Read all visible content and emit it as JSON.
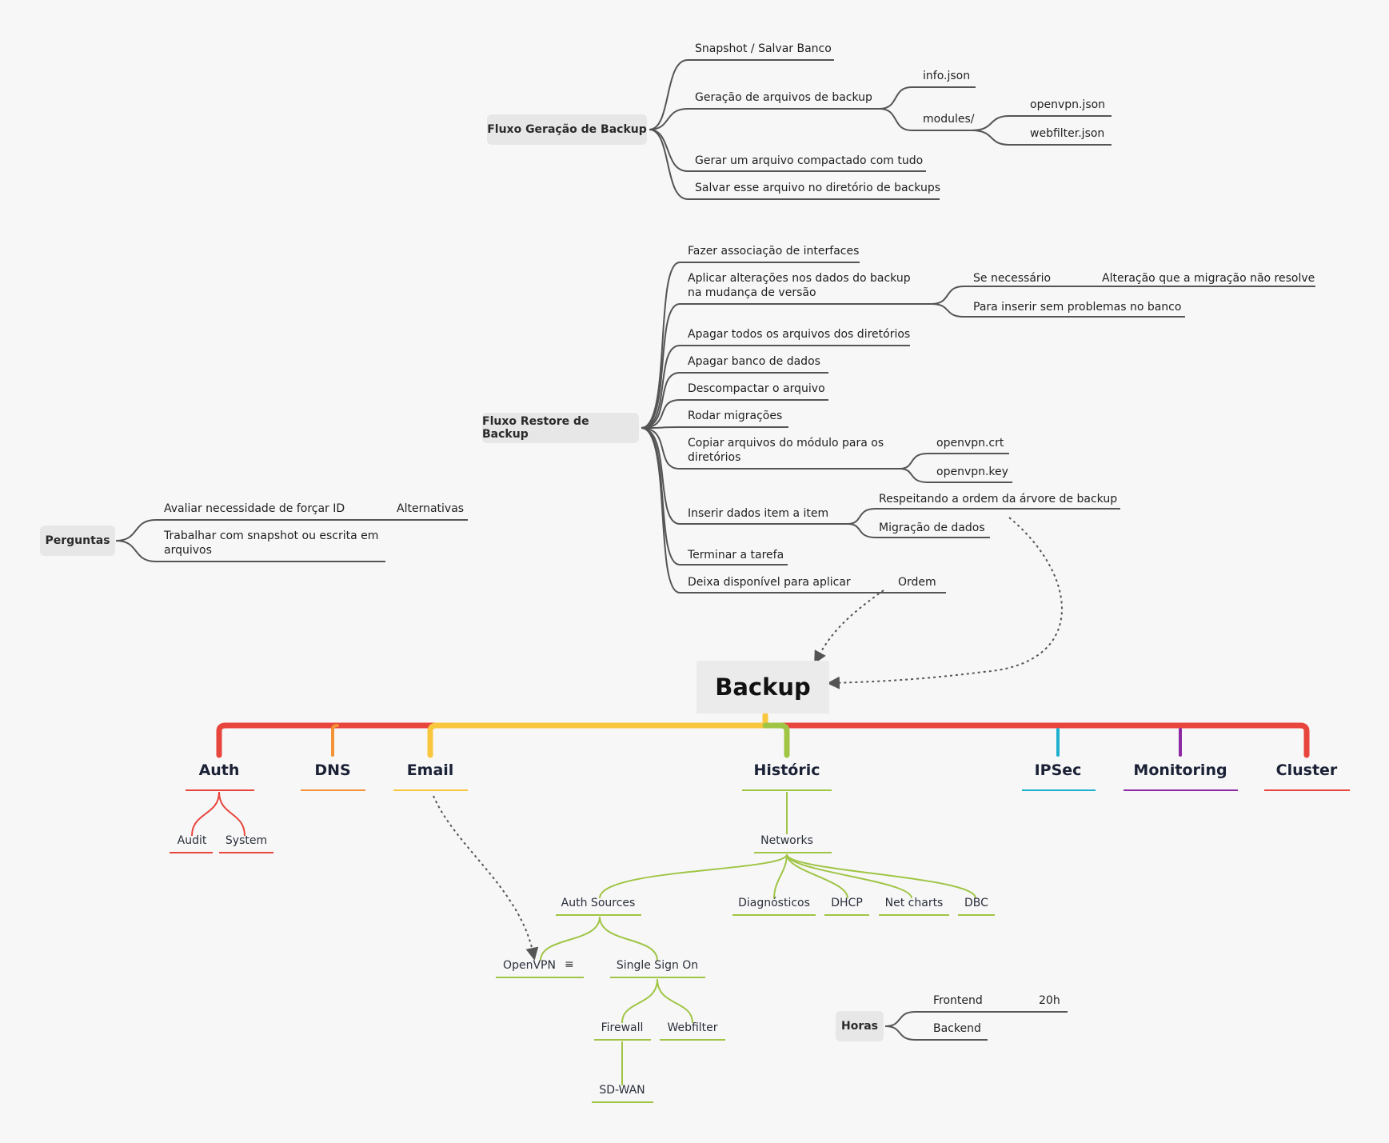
{
  "root": "Backup",
  "geracao": {
    "title": "Fluxo Geração de Backup",
    "items": [
      "Snapshot / Salvar Banco",
      "Geração de arquivos de backup",
      "Gerar um arquivo compactado com tudo",
      "Salvar esse arquivo no diretório de backups"
    ],
    "files": [
      "info.json",
      "modules/"
    ],
    "modules": [
      "openvpn.json",
      "webfilter.json"
    ]
  },
  "restore": {
    "title": "Fluxo Restore de Backup",
    "items": [
      "Fazer associação de interfaces",
      "Aplicar alterações nos dados do backup na mudança de versão",
      "Apagar todos os arquivos dos diretórios",
      "Apagar banco de dados",
      "Descompactar o arquivo",
      "Rodar migrações",
      "Copiar arquivos do módulo para os diretórios",
      "Inserir dados item a item",
      "Terminar a tarefa",
      "Deixa disponível para aplicar"
    ],
    "aplicar_children": [
      "Se necessário",
      "Para inserir sem problemas no banco"
    ],
    "se_necessario_child": "Alteração que a migração não resolve",
    "copiar_children": [
      "openvpn.crt",
      "openvpn.key"
    ],
    "inserir_children": [
      "Respeitando a ordem da árvore de backup",
      "Migração de dados"
    ],
    "deixa_child": "Ordem"
  },
  "perguntas": {
    "title": "Perguntas",
    "items": [
      "Avaliar necessidade de forçar ID",
      "Trabalhar com snapshot ou escrita em arquivos"
    ],
    "avaliar_child": "Alternativas"
  },
  "categories": [
    {
      "label": "Auth",
      "color": "#e8453c"
    },
    {
      "label": "DNS",
      "color": "#f39237"
    },
    {
      "label": "Email",
      "color": "#f8c73e"
    },
    {
      "label": "Históric",
      "color": "#a0c545"
    },
    {
      "label": "IPSec",
      "color": "#1fb0d0"
    },
    {
      "label": "Monitoring",
      "color": "#8d2aa3"
    },
    {
      "label": "Cluster",
      "color": "#e8453c"
    }
  ],
  "auth_children": [
    "Audit",
    "System"
  ],
  "historic": {
    "networks": "Networks",
    "network_children": [
      "Auth Sources",
      "Diagnósticos",
      "DHCP",
      "Net charts",
      "DBC"
    ],
    "auth_sources_children": [
      "OpenVPN",
      "Single Sign On"
    ],
    "sso_children": [
      "Firewall",
      "Webfilter"
    ],
    "firewall_child": "SD-WAN"
  },
  "horas": {
    "title": "Horas",
    "items": [
      "Frontend",
      "Backend"
    ],
    "frontend_value": "20h"
  },
  "icons": {
    "note": "note-icon"
  }
}
